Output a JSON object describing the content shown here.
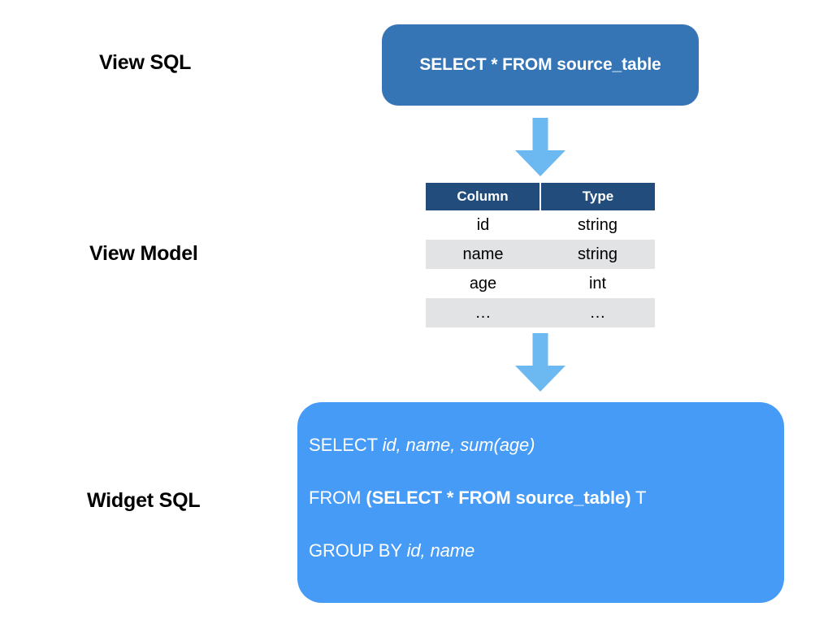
{
  "diagram": {
    "title": "View SQL to Widget SQL transformation",
    "background": "#ffffff",
    "colors": {
      "view_sql_box": "#3575b5",
      "widget_sql_box": "#459bf5",
      "arrow": "#6cb8f0",
      "table_header": "#224c7c",
      "table_row_alt": "#e2e3e5",
      "label_text": "#000000",
      "box_text": "#ffffff"
    }
  },
  "labels": {
    "view_sql": "View SQL",
    "view_model": "View Model",
    "widget_sql": "Widget SQL"
  },
  "view_sql": {
    "query": "SELECT * FROM source_table"
  },
  "arrows": [
    {
      "name": "arrow-view-sql-to-view-model",
      "direction": "down"
    },
    {
      "name": "arrow-view-model-to-widget-sql",
      "direction": "down"
    }
  ],
  "view_model": {
    "headers": [
      "Column",
      "Type"
    ],
    "rows": [
      {
        "column": "id",
        "type": "string"
      },
      {
        "column": "name",
        "type": "string"
      },
      {
        "column": "age",
        "type": "int"
      },
      {
        "column": "…",
        "type": "…"
      }
    ]
  },
  "widget_sql": {
    "lines": [
      {
        "segments": [
          {
            "text": "SELECT ",
            "style": "keyword"
          },
          {
            "text": "id, name, sum(age)",
            "style": "identifier"
          }
        ]
      },
      {
        "segments": [
          {
            "text": "FROM ",
            "style": "keyword"
          },
          {
            "text": "(SELECT * FROM source_table)",
            "style": "subquery"
          },
          {
            "text": " T",
            "style": "keyword"
          }
        ]
      },
      {
        "segments": [
          {
            "text": "GROUP BY ",
            "style": "keyword"
          },
          {
            "text": "id, name",
            "style": "identifier"
          }
        ]
      }
    ],
    "line1": {
      "keyword": "SELECT ",
      "identifiers": "id, name, sum(age)"
    },
    "line2": {
      "keyword": "FROM ",
      "subquery": "(SELECT * FROM source_table)",
      "alias": " T"
    },
    "line3": {
      "keyword": "GROUP BY ",
      "identifiers": "id, name"
    }
  }
}
